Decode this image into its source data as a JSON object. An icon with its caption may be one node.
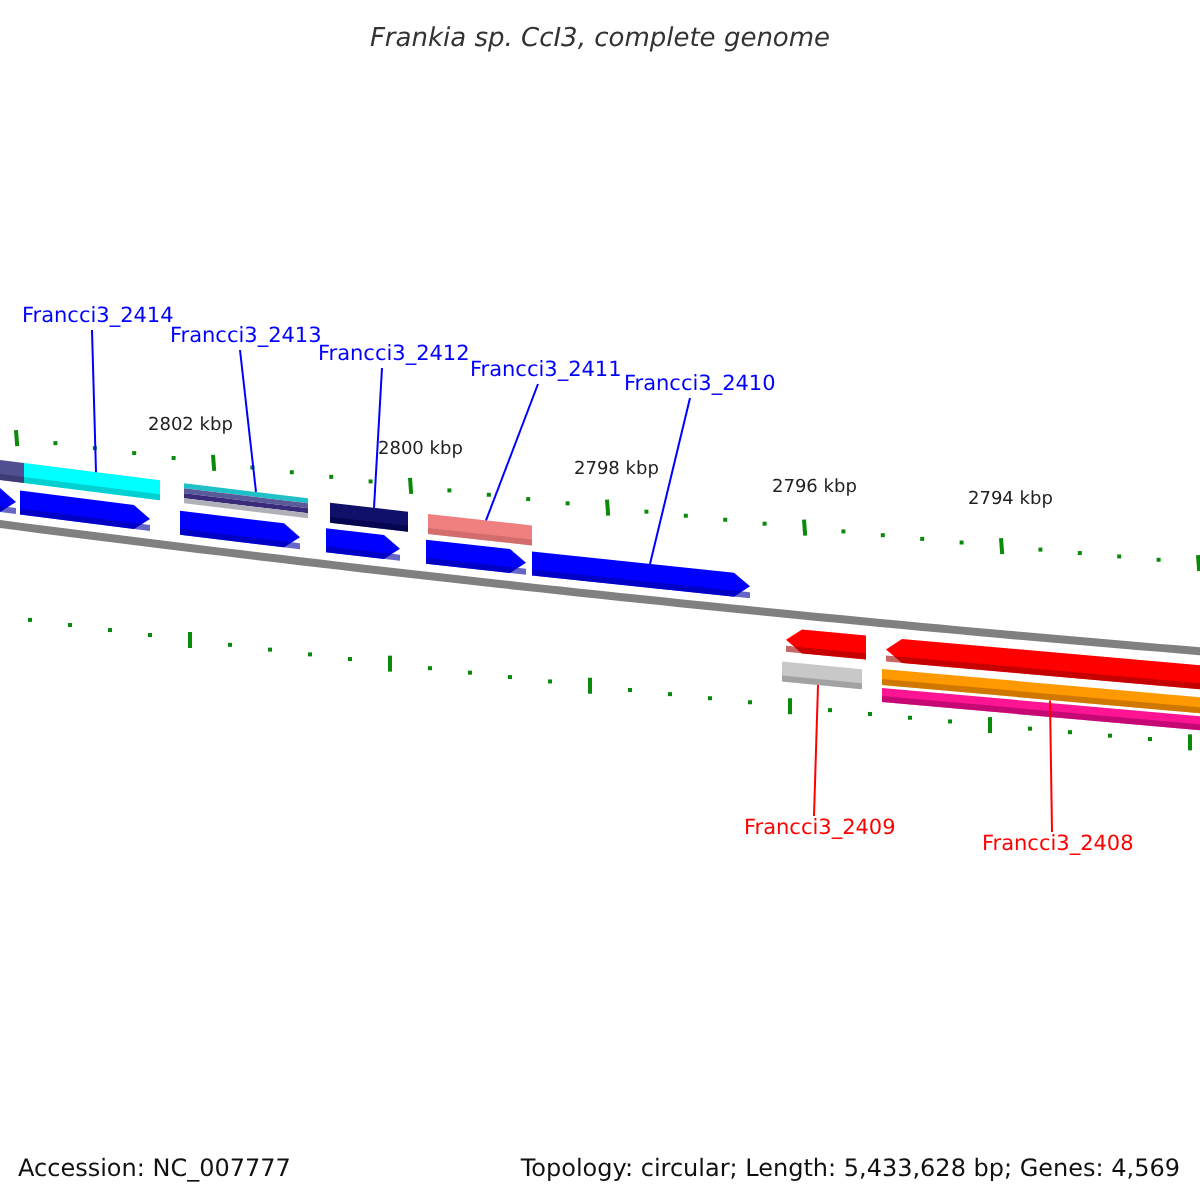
{
  "diagram": {
    "title": "Frankia sp. CcI3, complete genome",
    "nodes": [
      {
        "text": [
          "Francci3_2414"
        ]
      },
      {
        "text": [
          "Francci3_2413"
        ]
      },
      {
        "text": [
          "Francci3_2412"
        ]
      },
      {
        "text": [
          "Francci3_2411"
        ]
      },
      {
        "text": [
          "Francci3_2410"
        ]
      },
      {
        "text": [
          "Francci3_2409"
        ]
      },
      {
        "text": [
          "Francci3_2408"
        ]
      },
      {
        "text": [],
        "shape": "bar"
      },
      {
        "text": [],
        "shape": "bar"
      },
      {
        "text": [],
        "shape": "bar"
      },
      {
        "text": [],
        "shape": "bar"
      },
      {
        "text": [],
        "shape": "bar"
      },
      {
        "text": [],
        "shape": "bar"
      },
      {
        "text": [],
        "shape": "bar"
      }
    ],
    "edges": [
      {
        "from": 0,
        "to": 7,
        "arrow": "none"
      },
      {
        "from": 1,
        "to": 8,
        "arrow": "none"
      },
      {
        "from": 2,
        "to": 9,
        "arrow": "none"
      },
      {
        "from": 3,
        "to": 10,
        "arrow": "none"
      },
      {
        "from": 4,
        "to": 11,
        "arrow": "none"
      },
      {
        "from": 5,
        "to": 12,
        "arrow": "none",
        "color": "#ff0000"
      },
      {
        "from": 6,
        "to": 13,
        "arrow": "none",
        "color": "#ff0000"
      }
    ],
    "labels": [
      "2802 kbp",
      "2800 kbp",
      "2798 kbp",
      "2796 kbp",
      "2794 kbp",
      "Accession: NC_007777",
      "Topology: circular; Length: 5,433,628 bp; Genes: 4,569"
    ]
  }
}
